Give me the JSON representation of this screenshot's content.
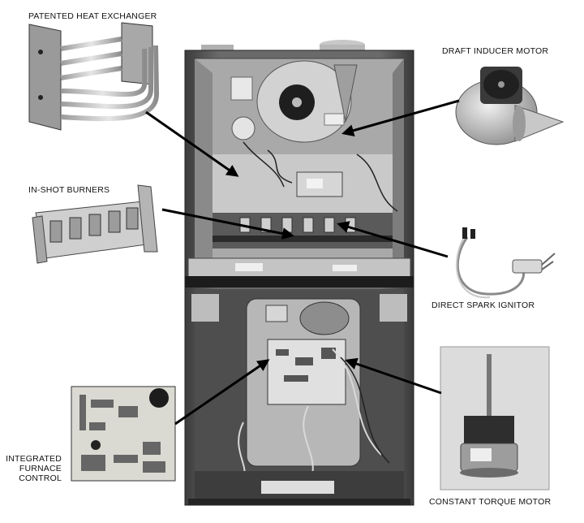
{
  "labels": {
    "heat_exchanger": "PATENTED HEAT EXCHANGER",
    "draft_inducer": "DRAFT INDUCER MOTOR",
    "burners": "IN-SHOT BURNERS",
    "ignitor": "DIRECT SPARK IGNITOR",
    "control_line1": "INTEGRATED",
    "control_line2": "FURNACE",
    "control_line3": "CONTROL",
    "motor": "CONSTANT TORQUE MOTOR"
  },
  "colors": {
    "cabinet": "#5b5b5b",
    "cabinet_dark": "#2a2a2a",
    "panel": "#bdbdbd",
    "metal_light": "#d9d9d9",
    "board_green": "#dcdcd2",
    "arrow": "#000000"
  }
}
